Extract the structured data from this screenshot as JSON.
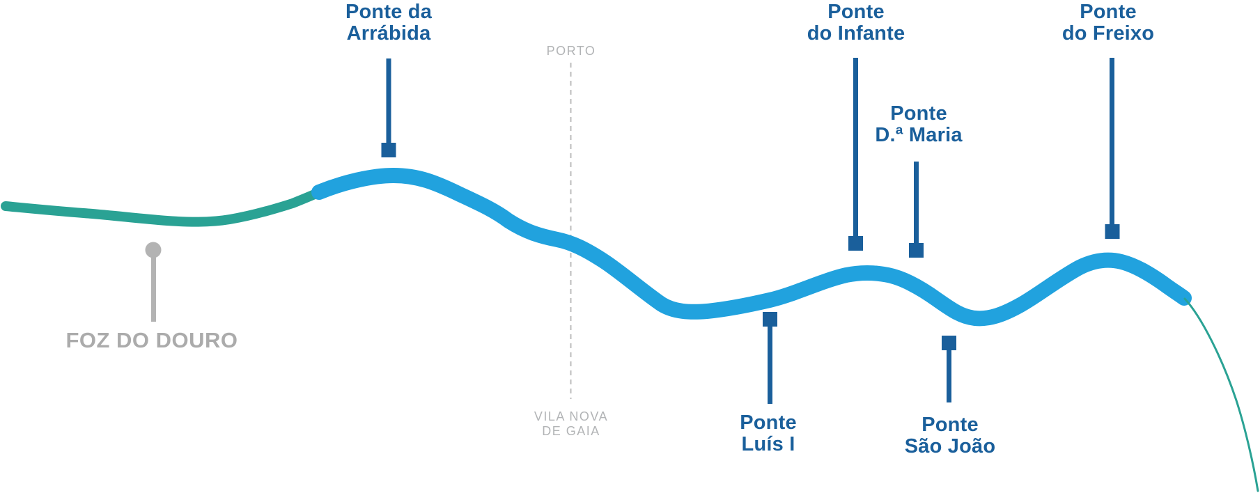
{
  "diagram": {
    "subject": "Douro river bridges map",
    "landmark": {
      "label": "FOZ DO DOURO"
    },
    "cities": {
      "north": "PORTO",
      "south_line1": "VILA NOVA",
      "south_line2": "DE GAIA"
    },
    "bridges": [
      {
        "name": "Ponte da Arrábida",
        "line1": "Ponte da",
        "line2": "Arrábida",
        "label_side": "above"
      },
      {
        "name": "Ponte Luís I",
        "line1": "Ponte",
        "line2": "Luís I",
        "label_side": "below"
      },
      {
        "name": "Ponte do Infante",
        "line1": "Ponte",
        "line2": "do Infante",
        "label_side": "above"
      },
      {
        "name": "Ponte D.ª Maria",
        "line1": "Ponte",
        "line2": "D.ª Maria",
        "label_side": "above"
      },
      {
        "name": "Ponte São João",
        "line1": "Ponte",
        "line2": "São João",
        "label_side": "below"
      },
      {
        "name": "Ponte do Freixo",
        "line1": "Ponte",
        "line2": "do Freixo",
        "label_side": "above"
      }
    ]
  },
  "colors": {
    "label_blue": "#1a5f9b",
    "river_blue": "#21a2de",
    "river_green": "#2aa294",
    "foz_gray": "#ababab",
    "city_gray": "#b2b4b6",
    "pin_gray": "#b3b3b3",
    "divider_gray": "#bdbdbd"
  }
}
